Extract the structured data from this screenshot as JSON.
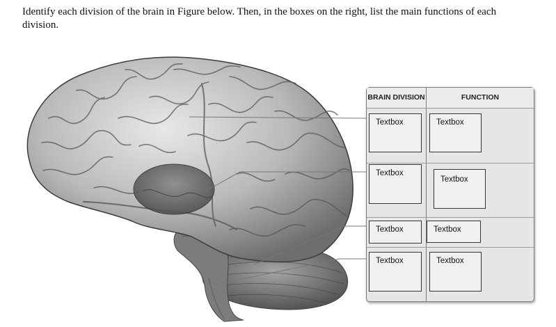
{
  "instructions": "Identify each division of the brain in Figure below. Then, in the boxes on the right, list the main functions of each division.",
  "table": {
    "headers": {
      "division": "BRAIN DIVISION",
      "function": "FUNCTION"
    },
    "rows": [
      {
        "division": "Textbox",
        "function": "Textbox"
      },
      {
        "division": "Textbox",
        "function": "Textbox"
      },
      {
        "division": "Textbox",
        "function": "Textbox"
      },
      {
        "division": "Textbox",
        "function": "Textbox"
      }
    ]
  }
}
